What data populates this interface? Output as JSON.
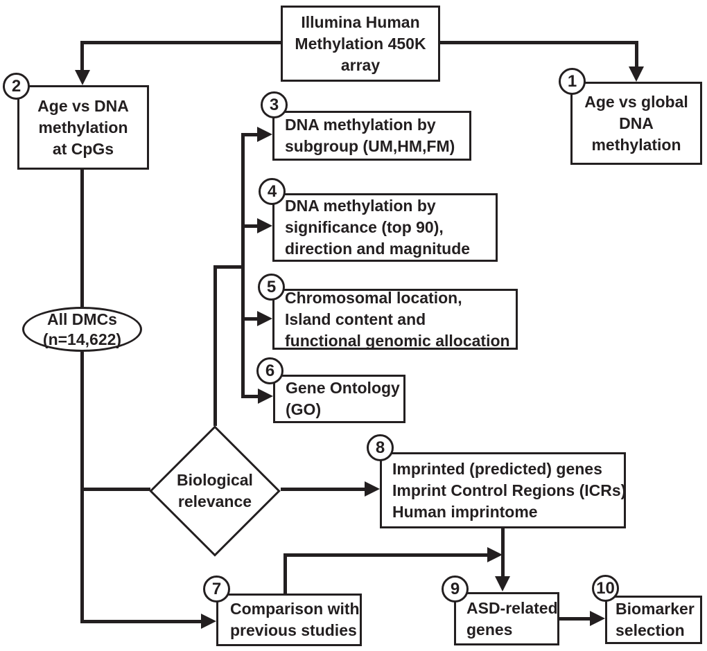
{
  "figure": {
    "type": "flowchart",
    "ink_color": "#231f20",
    "background_color": "#ffffff"
  },
  "nodes": {
    "illumina": {
      "lines": [
        "Illumina Human",
        "Methylation 450K",
        "array"
      ]
    },
    "n1": {
      "number": "1",
      "lines": [
        "Age vs global",
        "DNA",
        "methylation"
      ]
    },
    "n2": {
      "number": "2",
      "lines": [
        "Age vs DNA",
        "methylation",
        "at CpGs"
      ]
    },
    "n3": {
      "number": "3",
      "lines": [
        "DNA methylation by",
        "subgroup (UM,HM,FM)"
      ]
    },
    "n4": {
      "number": "4",
      "lines": [
        "DNA methylation by",
        "significance (top 90),",
        "direction and magnitude"
      ]
    },
    "n5": {
      "number": "5",
      "lines": [
        "Chromosomal location,",
        "Island content and",
        "functional genomic allocation"
      ]
    },
    "n6": {
      "number": "6",
      "lines": [
        "Gene Ontology",
        "(GO)"
      ]
    },
    "n7": {
      "number": "7",
      "lines": [
        "Comparison with",
        "previous studies"
      ]
    },
    "n8": {
      "number": "8",
      "lines": [
        "Imprinted (predicted) genes",
        "Imprint Control Regions (ICRs)",
        "Human imprintome"
      ]
    },
    "n9": {
      "number": "9",
      "lines": [
        "ASD-related",
        "genes"
      ]
    },
    "n10": {
      "number": "10",
      "lines": [
        "Biomarker",
        "selection"
      ]
    },
    "all_dmcs": {
      "lines": [
        "All DMCs",
        "(n=14,622)"
      ]
    },
    "relevance": {
      "lines": [
        "Biological",
        "relevance"
      ]
    }
  }
}
